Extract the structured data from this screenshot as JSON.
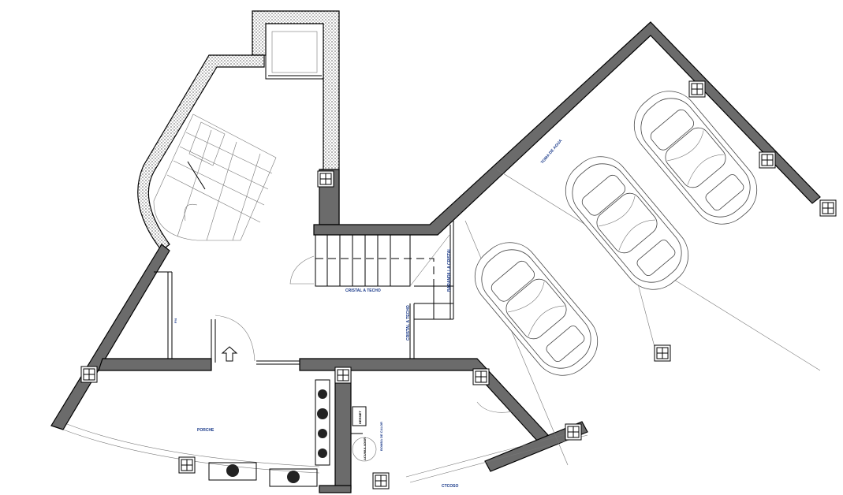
{
  "labels": {
    "porch": "PORCHE",
    "water_intake": "TOMA DE AGUA",
    "glass_to_ceiling_1": "CRISTAL A TECHO",
    "glass_to_ceiling_2": "CRISTAL A TECHO",
    "glass_railing": "BARANDILLA CRISTAL",
    "boiler": "HERMET",
    "accumulator": "ACUMULADOR",
    "heat_pump": "BOMBA DE CALOR",
    "utility": "CTCOSO",
    "small_tag": "P/4"
  },
  "colors": {
    "wall": "#6b6b6b",
    "label": "#1a3a8a"
  }
}
